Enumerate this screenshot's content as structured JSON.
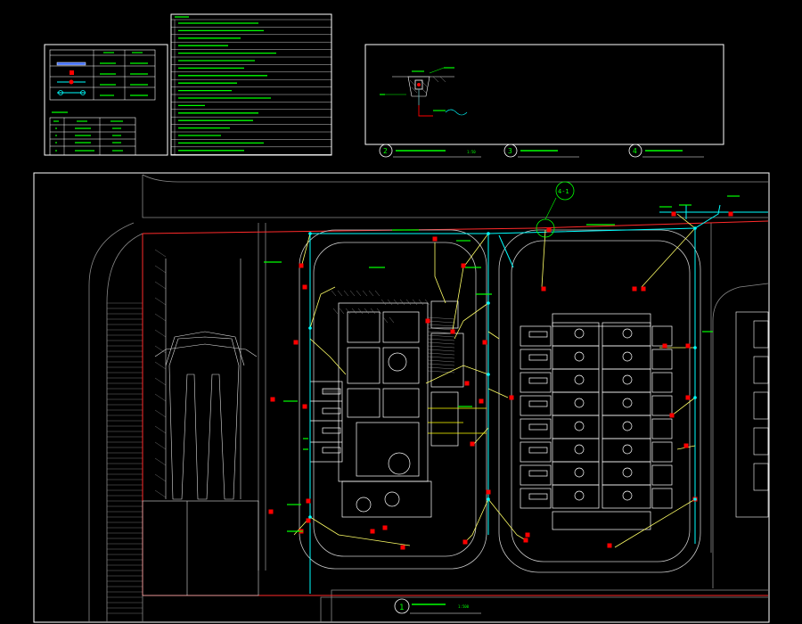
{
  "colors": {
    "background": "#000000",
    "frame": "#ffffff",
    "table_text": "#00ff00",
    "property_line": "#ff2a2a",
    "pipe": "#ffff00",
    "pipe_main": "#00ffff",
    "fire_hydrant": "#ff0000",
    "building": "#ffffff",
    "grey_lines": "#8a8a8a"
  },
  "title_tag": "4-1",
  "legend": {
    "header": [
      "",
      "",
      ""
    ],
    "rows": [
      [
        "",
        "",
        ""
      ],
      [
        "",
        "",
        ""
      ],
      [
        "",
        "",
        ""
      ],
      [
        "",
        "",
        ""
      ]
    ]
  },
  "materials_table": {
    "header": [
      "",
      "",
      ""
    ],
    "rows": [
      [
        "",
        "",
        ""
      ],
      [
        "",
        "",
        ""
      ],
      [
        "",
        "",
        ""
      ],
      [
        "",
        "",
        ""
      ]
    ]
  },
  "notes": {
    "title": "",
    "lines": [
      "",
      "",
      "",
      "",
      "",
      "",
      "",
      "",
      "",
      "",
      "",
      "",
      "",
      "",
      "",
      "",
      "",
      ""
    ]
  },
  "detail_captions": [
    {
      "number": "2",
      "text": "",
      "scale": "1:50"
    },
    {
      "number": "3",
      "text": ""
    },
    {
      "number": "4",
      "text": ""
    }
  ],
  "main_plan": {
    "number": "1",
    "caption": "",
    "scale": "1:500"
  }
}
